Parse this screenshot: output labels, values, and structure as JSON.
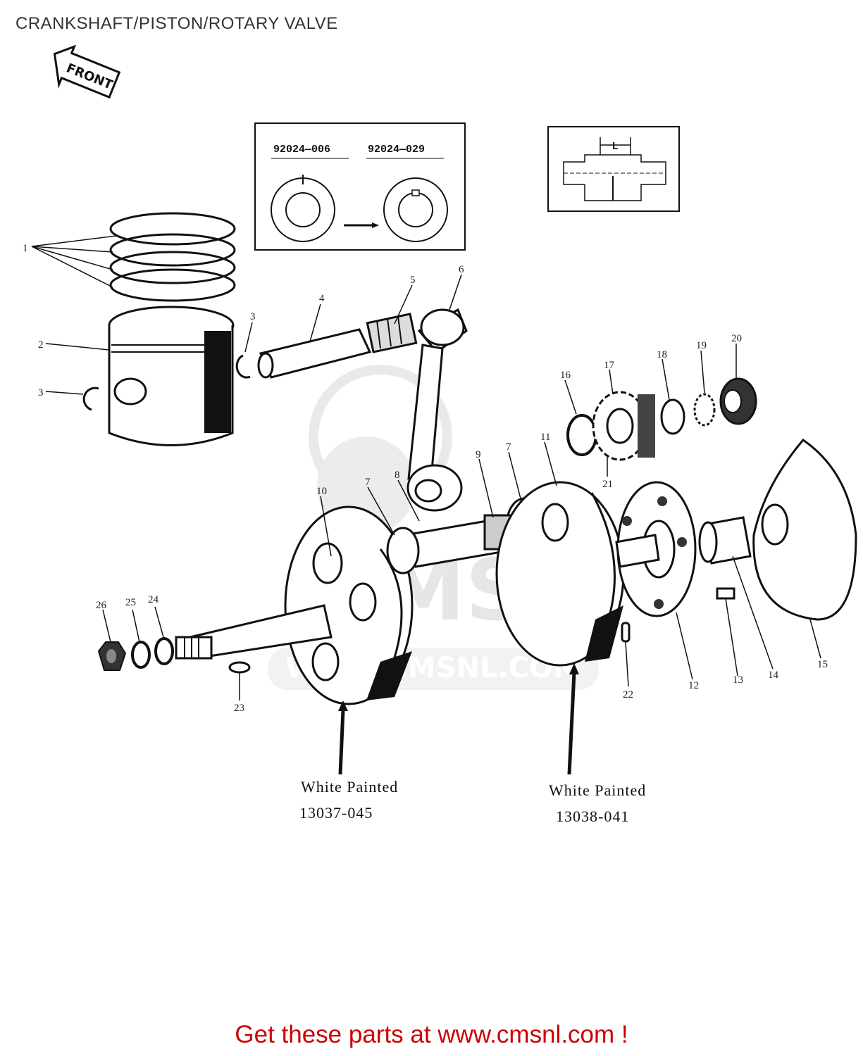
{
  "page": {
    "title": "CRANKSHAFT/PISTON/ROTARY VALVE"
  },
  "front_label": "FRONT",
  "inset_key": {
    "part_a": "92024—006",
    "part_b": "92024—029"
  },
  "inset_dim": {
    "label": "L"
  },
  "callouts": {
    "c1": "1",
    "c2": "2",
    "c3a": "3",
    "c3b": "3",
    "c4": "4",
    "c5": "5",
    "c6": "6",
    "c7a": "7",
    "c7b": "7",
    "c8": "8",
    "c9": "9",
    "c10": "10",
    "c11": "11",
    "c12": "12",
    "c13": "13",
    "c14": "14",
    "c15": "15",
    "c16": "16",
    "c17": "17",
    "c18": "18",
    "c19": "19",
    "c20": "20",
    "c21": "21",
    "c22": "22",
    "c23": "23",
    "c24": "24",
    "c25": "25",
    "c26": "26"
  },
  "notes": {
    "left_label": "White Painted",
    "left_part": "13037-045",
    "right_label": "White Painted",
    "right_part": "13038-041"
  },
  "watermark": {
    "brand": "CMS",
    "url": "WWW.CMSNL.COM"
  },
  "promo": {
    "text": "Get these parts at www.cmsnl.com !",
    "color": "#cc0000"
  }
}
